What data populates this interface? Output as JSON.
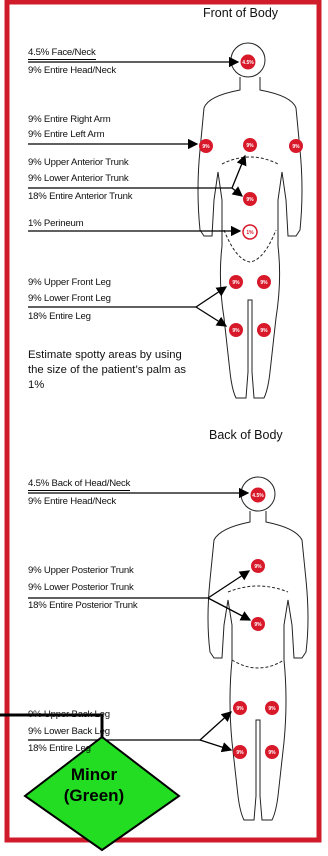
{
  "front": {
    "title": "Front of Body",
    "labels": {
      "face_neck": "4.5% Face/Neck",
      "entire_head_neck": "9% Entire Head/Neck",
      "right_arm": "9% Entire Right Arm",
      "left_arm": "9% Entire Left Arm",
      "upper_anterior_trunk": "9% Upper Anterior Trunk",
      "lower_anterior_trunk": "9% Lower Anterior Trunk",
      "entire_anterior_trunk": "18% Entire Anterior Trunk",
      "perineum": "1% Perineum",
      "upper_front_leg": "9% Upper Front Leg",
      "lower_front_leg": "9% Lower Front Leg",
      "entire_leg": "18% Entire Leg"
    },
    "badges": {
      "head": "4.5%",
      "arm_right": "9%",
      "arm_left": "9%",
      "chest": "9%",
      "abdomen": "9%",
      "perineum": "1%",
      "thigh_right": "9%",
      "thigh_left": "9%",
      "shin_right": "9%",
      "shin_left": "9%"
    }
  },
  "note": "Estimate spotty areas by using the size of the patient’s palm as 1%",
  "back": {
    "title": "Back of Body",
    "labels": {
      "back_head_neck": "4.5% Back of Head/Neck",
      "entire_head_neck": "9% Entire Head/Neck",
      "upper_posterior_trunk": "9% Upper Posterior Trunk",
      "lower_posterior_trunk": "9% Lower Posterior Trunk",
      "entire_posterior_trunk": "18% Entire Posterior Trunk",
      "upper_back_leg": "9% Upper Back Leg",
      "lower_back_leg": "9% Lower Back Leg",
      "entire_leg": "18% Entire Leg"
    },
    "badges": {
      "head": "4.5%",
      "upper_back": "9%",
      "lower_back": "9%",
      "thigh_right": "9%",
      "thigh_left": "9%",
      "calf_right": "9%",
      "calf_left": "9%"
    }
  },
  "triage": {
    "line1": "Minor",
    "line2": "(Green)",
    "fill_color": "#22dd22",
    "border_color": "#d01c2a",
    "badge_color": "#d7192a"
  }
}
